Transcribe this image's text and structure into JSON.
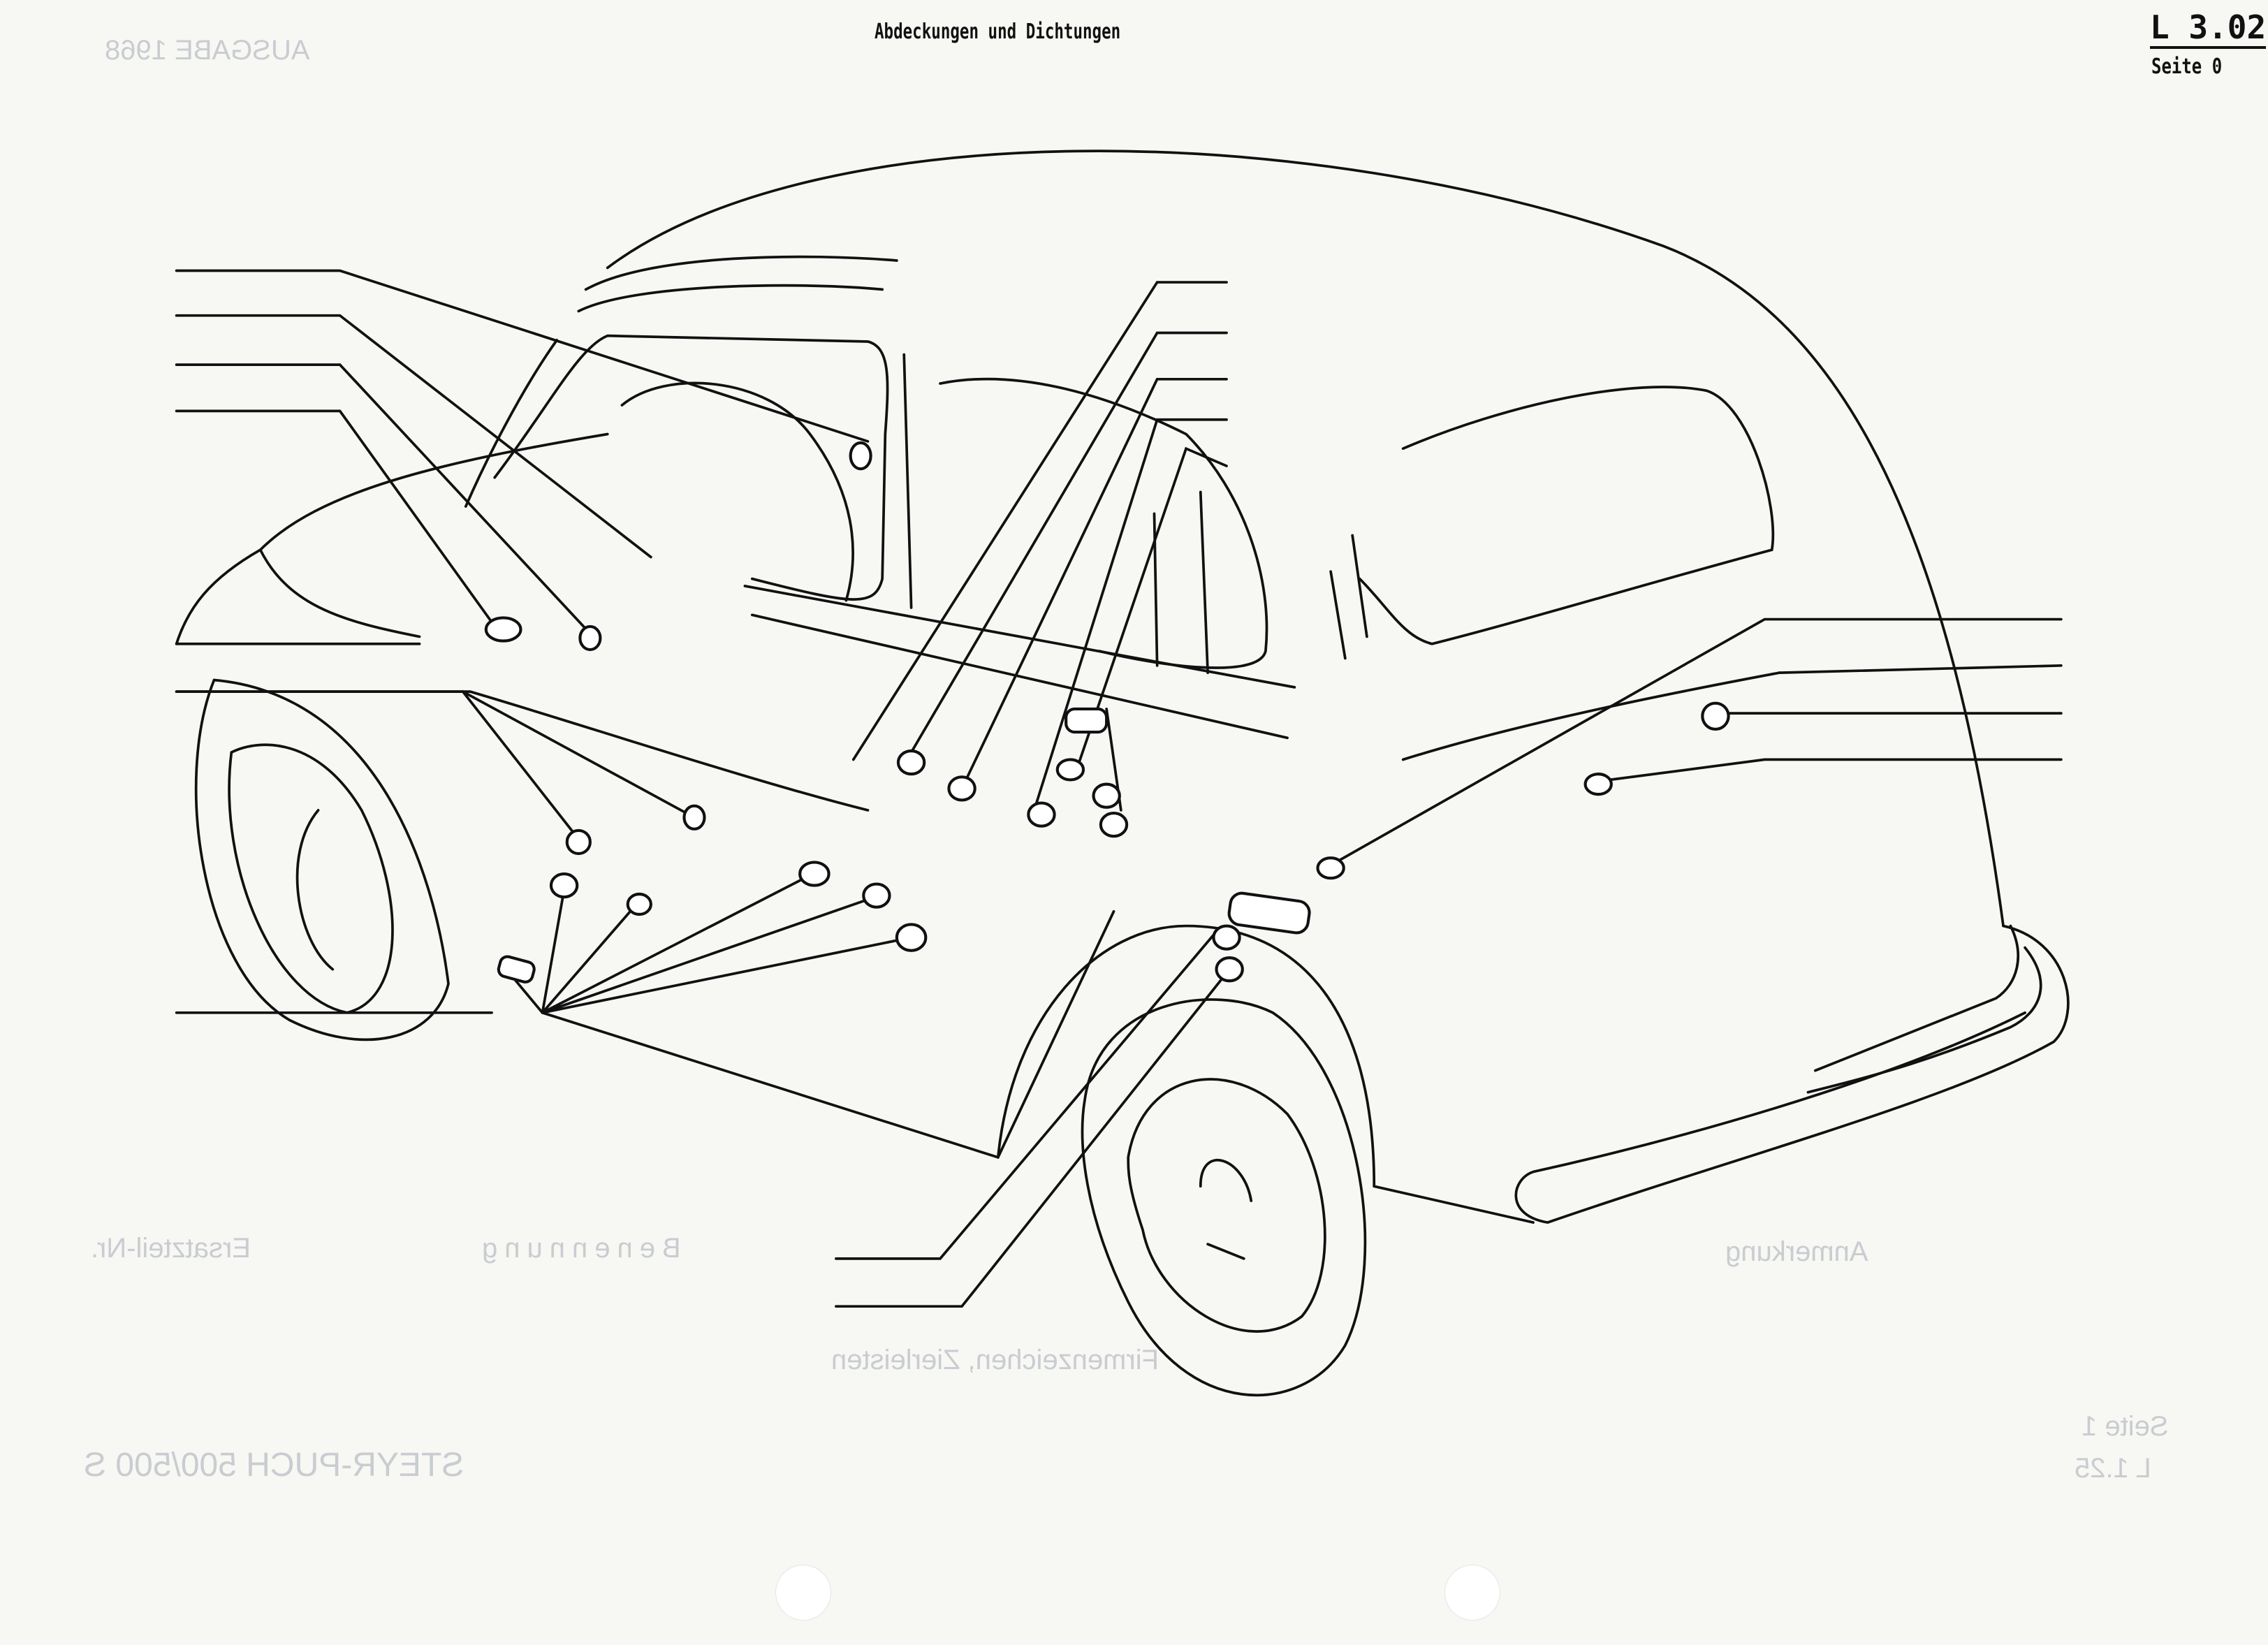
{
  "header": {
    "title": "Abdeckungen und Dichtungen",
    "section_code": "L 3.02",
    "page_label": "Seite 0"
  },
  "bleed_through": {
    "edition": "AUSGABE 1968",
    "model": "STEYR-PUCH 500/500 S",
    "subtitle": "Firmenzeichen, Zierleisten",
    "col_part": "Ersatzteil-Nr.",
    "col_name": "Benennung",
    "col_note": "Anmerkung",
    "page_ref": "L 1.25",
    "page_ref_seite": "Seite 1"
  },
  "colors": {
    "ink": "#111111",
    "paper": "#f7f7f4",
    "ghost": "#c9ccd0"
  }
}
